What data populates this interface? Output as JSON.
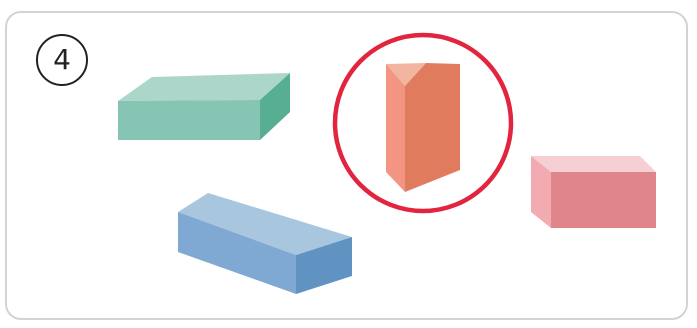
{
  "question": {
    "number_label": "4"
  },
  "shapes": [
    {
      "kind": "rectangular-prism",
      "color": "#86c5b3"
    },
    {
      "kind": "triangular-prism",
      "color": "#f49584",
      "selected": true
    },
    {
      "kind": "rectangular-prism",
      "color": "#e0868b"
    },
    {
      "kind": "rectangular-prism",
      "color": "#7fa9d2"
    }
  ],
  "selection": {
    "ring_color": "#e3243f"
  }
}
